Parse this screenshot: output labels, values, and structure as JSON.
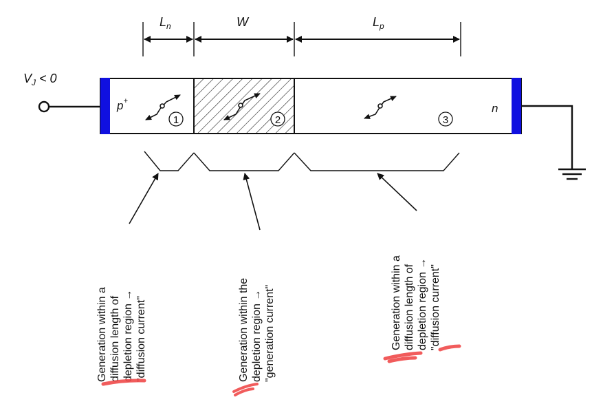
{
  "dimensions": {
    "ln": {
      "main": "L",
      "sub": "n"
    },
    "w": "W",
    "lp": {
      "main": "L",
      "sub": "p"
    }
  },
  "junction_voltage": {
    "main": "V",
    "sub": "J",
    "rest": " < 0"
  },
  "regions": {
    "p_side": {
      "main": "p",
      "sup": "+"
    },
    "n_side": "n",
    "markers": [
      "1",
      "2",
      "3"
    ]
  },
  "callouts": [
    {
      "lines": [
        "Generation within a",
        "diffusion length of",
        "depletion region →",
        "\"diffusion current\""
      ]
    },
    {
      "lines": [
        "Generation within the",
        "depletion region →",
        "\"generation current\""
      ]
    },
    {
      "lines": [
        "Generation within a",
        "diffusion length of",
        "depletion region →",
        "\"diffusion current\""
      ]
    }
  ],
  "colors": {
    "contact": "#1010e0",
    "stroke": "#111111",
    "highlight": "#f04a4a"
  }
}
